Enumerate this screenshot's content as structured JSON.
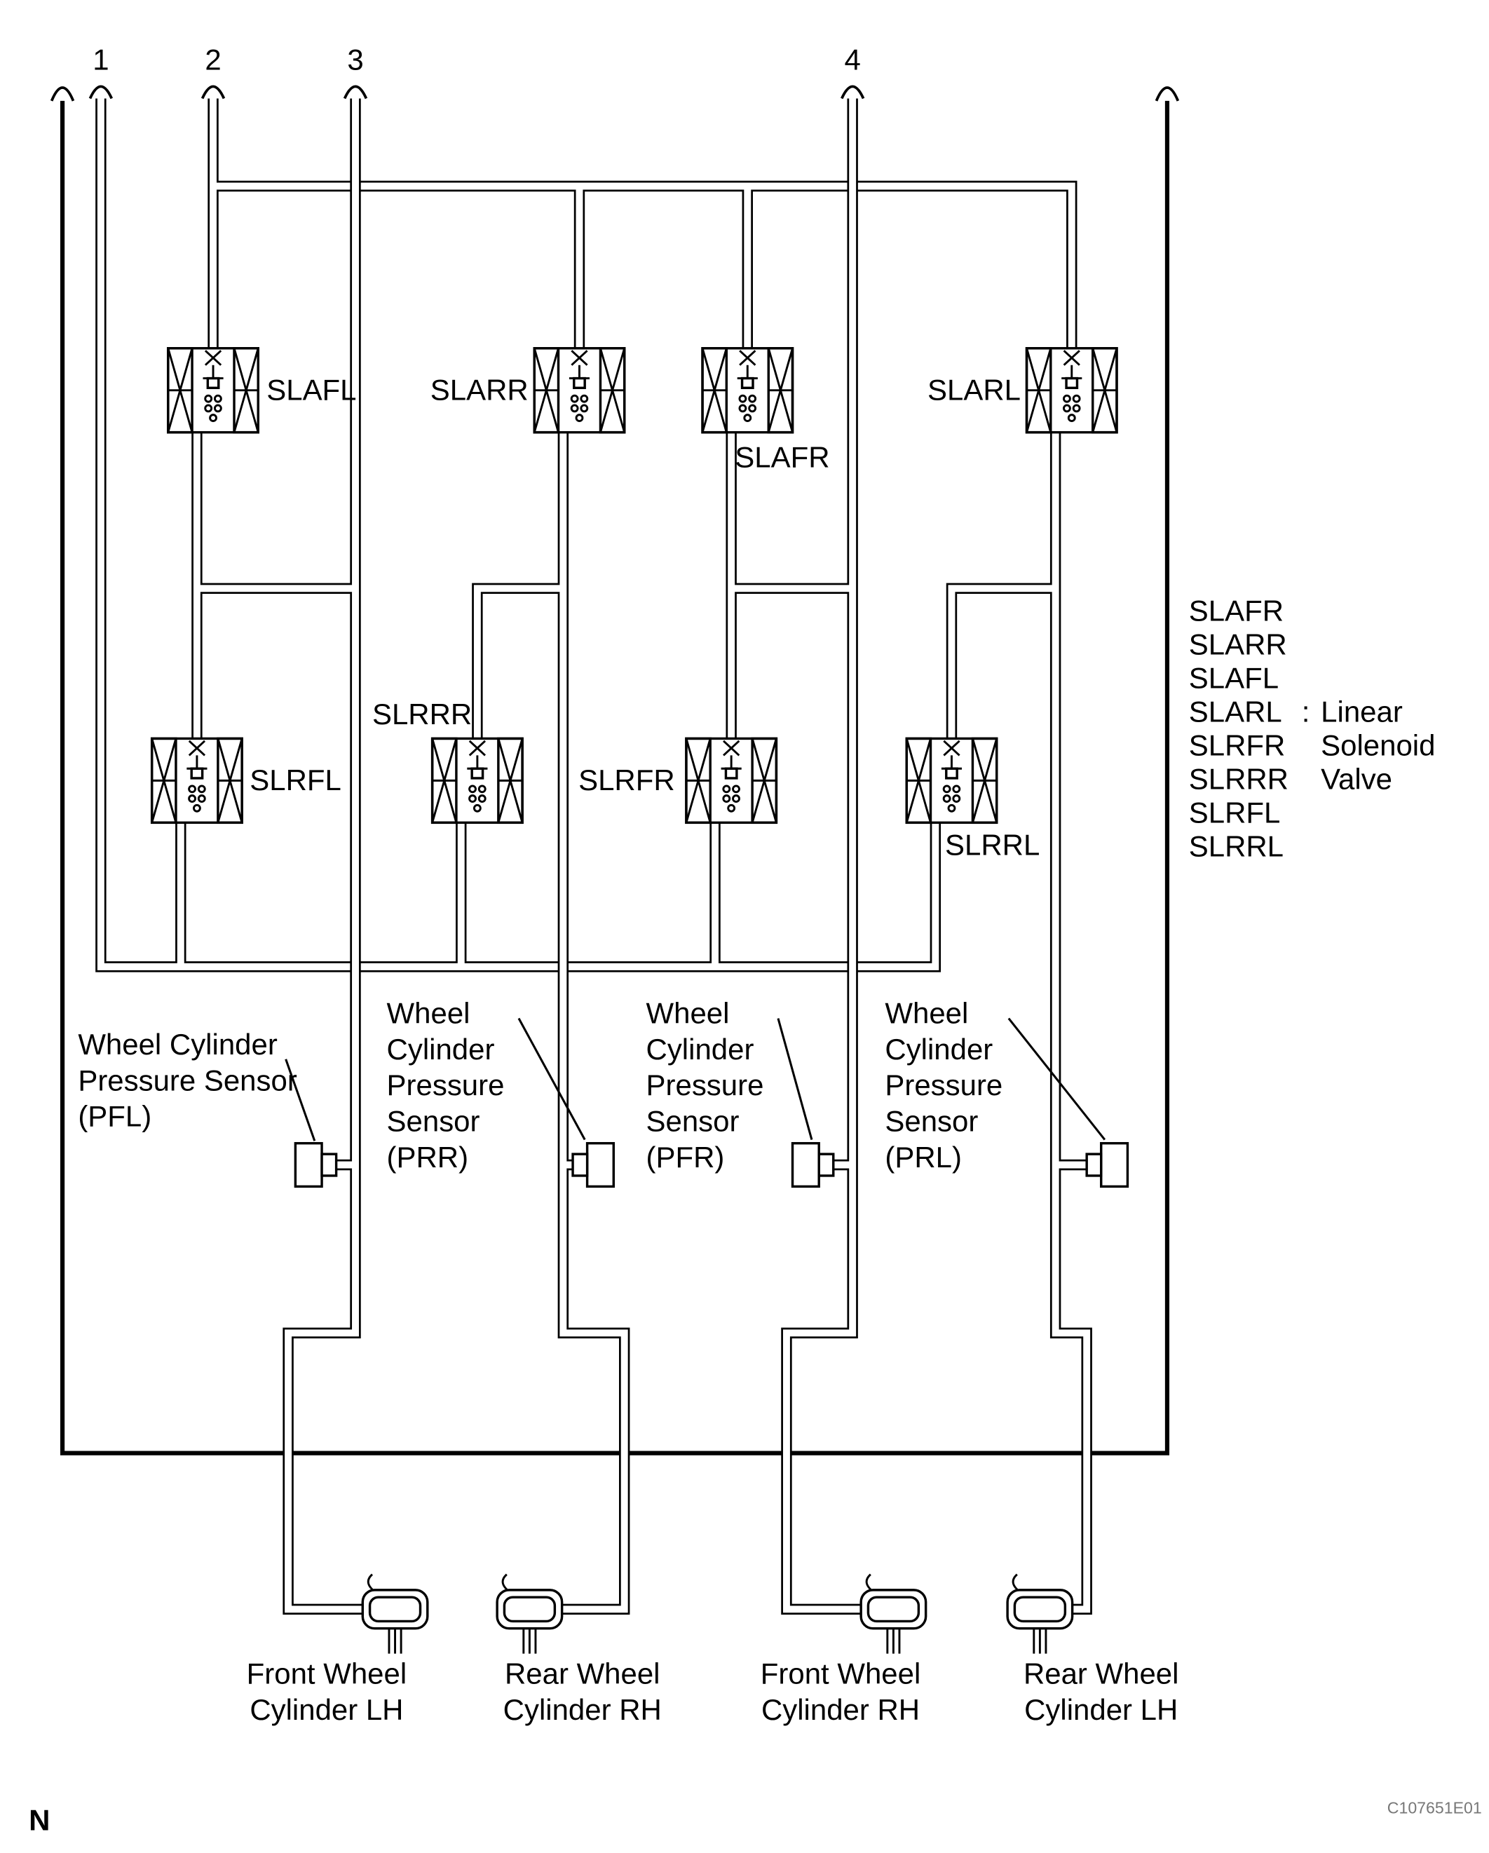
{
  "page": {
    "marker": "N",
    "figure_code": "C107651E01"
  },
  "terminals": {
    "t1": "1",
    "t2": "2",
    "t3": "3",
    "t4": "4"
  },
  "valve_labels": {
    "slafl": "SLAFL",
    "slarr": "SLARR",
    "slafr": "SLAFR",
    "slarl": "SLARL",
    "slrfl": "SLRFL",
    "slrrr": "SLRRR",
    "slrfr": "SLRFR",
    "slrrl": "SLRRL"
  },
  "legend": {
    "names": [
      "SLAFR",
      "SLARR",
      "SLAFL",
      "SLARL",
      "SLRFR",
      "SLRRR",
      "SLRFL",
      "SLRRL"
    ],
    "colon": ":",
    "description": [
      "Linear",
      "Solenoid",
      "Valve"
    ]
  },
  "sensors": {
    "pfl": {
      "lines": [
        "Wheel Cylinder",
        "Pressure Sensor",
        "(PFL)"
      ]
    },
    "prr": {
      "lines": [
        "Wheel",
        "Cylinder",
        "Pressure",
        "Sensor",
        "(PRR)"
      ]
    },
    "pfr": {
      "lines": [
        "Wheel",
        "Cylinder",
        "Pressure",
        "Sensor",
        "(PFR)"
      ]
    },
    "prl": {
      "lines": [
        "Wheel",
        "Cylinder",
        "Pressure",
        "Sensor",
        "(PRL)"
      ]
    }
  },
  "wheel_cylinders": {
    "front_lh": {
      "lines": [
        "Front Wheel",
        "Cylinder LH"
      ]
    },
    "rear_rh": {
      "lines": [
        "Rear Wheel",
        "Cylinder RH"
      ]
    },
    "front_rh": {
      "lines": [
        "Front Wheel",
        "Cylinder RH"
      ]
    },
    "rear_lh": {
      "lines": [
        "Rear Wheel",
        "Cylinder LH"
      ]
    }
  }
}
